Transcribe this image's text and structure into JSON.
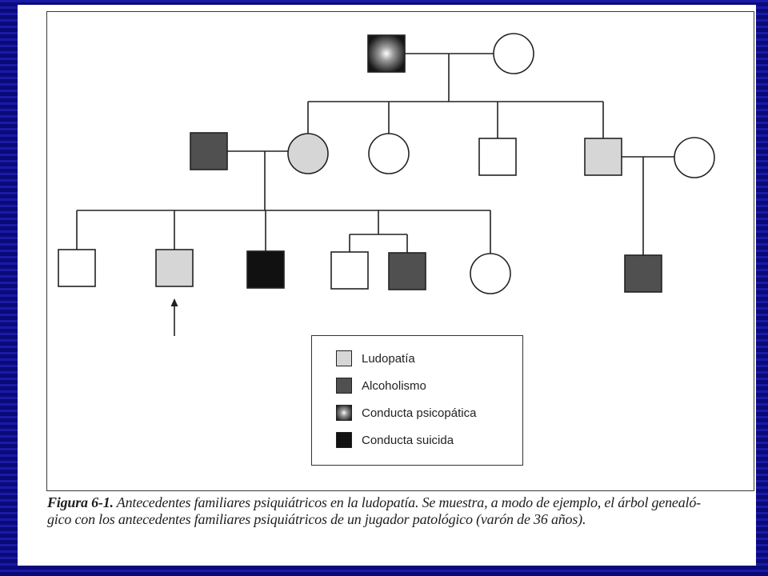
{
  "colors": {
    "ludopatia": "#d6d6d6",
    "alcoholismo": "#505050",
    "suicida": "#111111",
    "background_frame": "#0b0b8a"
  },
  "legend": {
    "items": [
      {
        "label": "Ludopatía",
        "condition": "ludopatia",
        "icon": "light-gray-square"
      },
      {
        "label": "Alcoholismo",
        "condition": "alcoholismo",
        "icon": "dark-gray-square"
      },
      {
        "label": "Conducta psicopática",
        "condition": "psicopatica",
        "icon": "radial-gradient-square"
      },
      {
        "label": "Conducta suicida",
        "condition": "suicida",
        "icon": "black-square"
      }
    ]
  },
  "pedigree": {
    "individuals": [
      {
        "id": "gen1-father",
        "generation": 1,
        "sex": "male",
        "condition": "psicopatica"
      },
      {
        "id": "gen1-mother",
        "generation": 1,
        "sex": "female",
        "condition": "none"
      },
      {
        "id": "gen2-husband",
        "generation": 2,
        "sex": "male",
        "condition": "alcoholismo"
      },
      {
        "id": "gen2-daughter",
        "generation": 2,
        "sex": "female",
        "condition": "ludopatia"
      },
      {
        "id": "gen2-daughter-2",
        "generation": 2,
        "sex": "female",
        "condition": "none"
      },
      {
        "id": "gen2-son",
        "generation": 2,
        "sex": "male",
        "condition": "none"
      },
      {
        "id": "gen2-son-2",
        "generation": 2,
        "sex": "male",
        "condition": "ludopatia"
      },
      {
        "id": "gen2-wife",
        "generation": 2,
        "sex": "female",
        "condition": "none"
      },
      {
        "id": "gen3-son-1",
        "generation": 3,
        "sex": "male",
        "condition": "none"
      },
      {
        "id": "gen3-proband",
        "generation": 3,
        "sex": "male",
        "condition": "ludopatia",
        "proband": true
      },
      {
        "id": "gen3-son-3",
        "generation": 3,
        "sex": "male",
        "condition": "suicida"
      },
      {
        "id": "gen3-twin-1",
        "generation": 3,
        "sex": "male",
        "condition": "none"
      },
      {
        "id": "gen3-twin-2",
        "generation": 3,
        "sex": "male",
        "condition": "alcoholismo"
      },
      {
        "id": "gen3-daughter",
        "generation": 3,
        "sex": "female",
        "condition": "none"
      },
      {
        "id": "gen3-cousin",
        "generation": 3,
        "sex": "male",
        "condition": "alcoholismo"
      }
    ]
  },
  "caption": {
    "label": "Figura 6-1.",
    "line1": " Antecedentes familiares psiquiátricos en la ludopatía. Se muestra, a modo de ejemplo, el árbol genealó-",
    "line2": "gico con los antecedentes familiares psiquiátricos de un jugador patológico (varón de 36 años)."
  }
}
